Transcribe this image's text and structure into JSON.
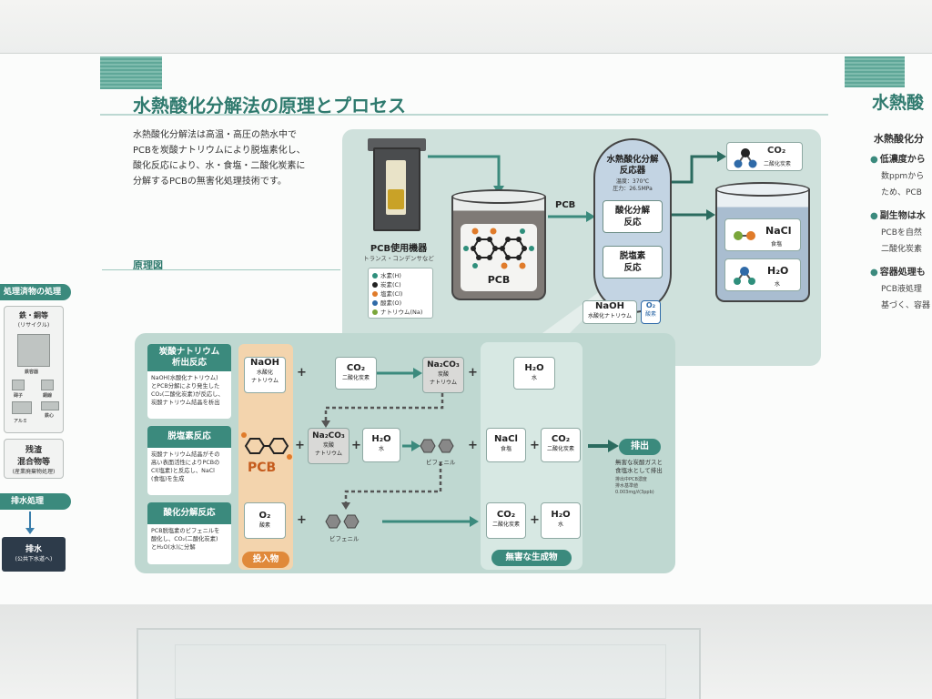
{
  "main": {
    "title": "水熱酸化分解法の原理とプロセス",
    "intro": [
      "水熱酸化分解法は高温・高圧の熱水中で",
      "PCBを炭酸ナトリウムにより脱塩素化し、",
      "酸化反応により、水・食塩・二酸化炭素に",
      "分解するPCBの無害化処理技術です。"
    ],
    "diagram_label": "原理図"
  },
  "left_panel": {
    "section_tab": "処理済物の処理",
    "metals_title": "鉄・銅等",
    "metals_sub": "(リサイクル)",
    "items": [
      "鉄容器",
      "碍子",
      "銅線",
      "鉄心",
      "アルミ"
    ],
    "residue_title_1": "残渣",
    "residue_title_2": "混合物等",
    "residue_sub": "(産業廃棄物処理)",
    "wastewater_tab": "排水処理",
    "drain_title": "排水",
    "drain_sub": "(公共下水道へ)"
  },
  "right_panel": {
    "title": "水熱酸",
    "heading": "水熱酸化分",
    "bullets": [
      "低濃度から",
      "副生物は水",
      "容器処理も"
    ],
    "texts": [
      "数ppmから",
      "ため、PCB",
      "PCBを自然",
      "二酸化炭素",
      "PCB液処理",
      "基づく、容器"
    ]
  },
  "upper_flow": {
    "machine_label": "PCB使用機器",
    "machine_sub": "トランス・コンデンサなど",
    "legend": [
      {
        "label": "水素(H)",
        "color": "#2f8f7c"
      },
      {
        "label": "炭素(C)",
        "color": "#222222"
      },
      {
        "label": "塩素(Cl)",
        "color": "#e07b2a"
      },
      {
        "label": "酸素(O)",
        "color": "#2f6aa8"
      },
      {
        "label": "ナトリウム(Na)",
        "color": "#7aa63a"
      }
    ],
    "tank_label": "PCB",
    "arrow_pcb": "PCB",
    "reactor_title_1": "水熱酸化分解",
    "reactor_title_2": "反応器",
    "reactor_temp": "温度：370℃",
    "reactor_pressure": "圧力：26.5MPa",
    "box_oxidation_1": "酸化分解",
    "box_oxidation_2": "反応",
    "box_dechlor_1": "脱塩素",
    "box_dechlor_2": "反応",
    "naoh_formula": "NaOH",
    "naoh_name": "水酸化ナトリウム",
    "o2_formula": "O₂",
    "o2_name": "酸素",
    "co2_formula": "CO₂",
    "co2_name": "二酸化炭素",
    "nacl_formula": "NaCl",
    "nacl_name": "食塩",
    "h2o_formula": "H₂O",
    "h2o_name": "水"
  },
  "lower_flow": {
    "sections": [
      {
        "title_1": "炭酸ナトリウム",
        "title_2": "析出反応",
        "body": [
          "NaOH(水酸化ナトリウム)",
          "とPCB分解により発生した",
          "CO₂(二酸化炭素)が反応し、",
          "炭酸ナトリウム結晶を析出"
        ]
      },
      {
        "title_1": "脱塩素反応",
        "title_2": "",
        "body": [
          "炭酸ナトリウム結晶がその",
          "高い表面活性によりPCBの",
          "Cl(塩素)と反応し、NaCl",
          "(食塩)を生成"
        ]
      },
      {
        "title_1": "酸化分解反応",
        "title_2": "",
        "body": [
          "PCB脱塩素のビフェニルを",
          "酸化し、CO₂(二酸化炭素)",
          "とH₂O(水)に分解"
        ]
      }
    ],
    "input_label": "投入物",
    "pcb_label": "PCB",
    "products_label": "無害な生成物",
    "naoh_f": "NaOH",
    "naoh_n1": "水酸化",
    "naoh_n2": "ナトリウム",
    "co2_f": "CO₂",
    "co2_n": "二酸化炭素",
    "na2co3_f": "Na₂CO₃",
    "na2co3_n1": "炭酸",
    "na2co3_n2": "ナトリウム",
    "h2o_f": "H₂O",
    "h2o_n": "水",
    "nacl_f": "NaCl",
    "nacl_n": "食塩",
    "o2_f": "O₂",
    "o2_n": "酸素",
    "biphenyl": "ビフェニル",
    "exhaust": "排出",
    "exhaust_text": [
      "無害な炭酸ガスと",
      "食塩水として排出"
    ],
    "exhaust_small": [
      "排出中PCB濃度",
      "排水基準値",
      "0.003mg/ℓ(3ppb)"
    ]
  }
}
